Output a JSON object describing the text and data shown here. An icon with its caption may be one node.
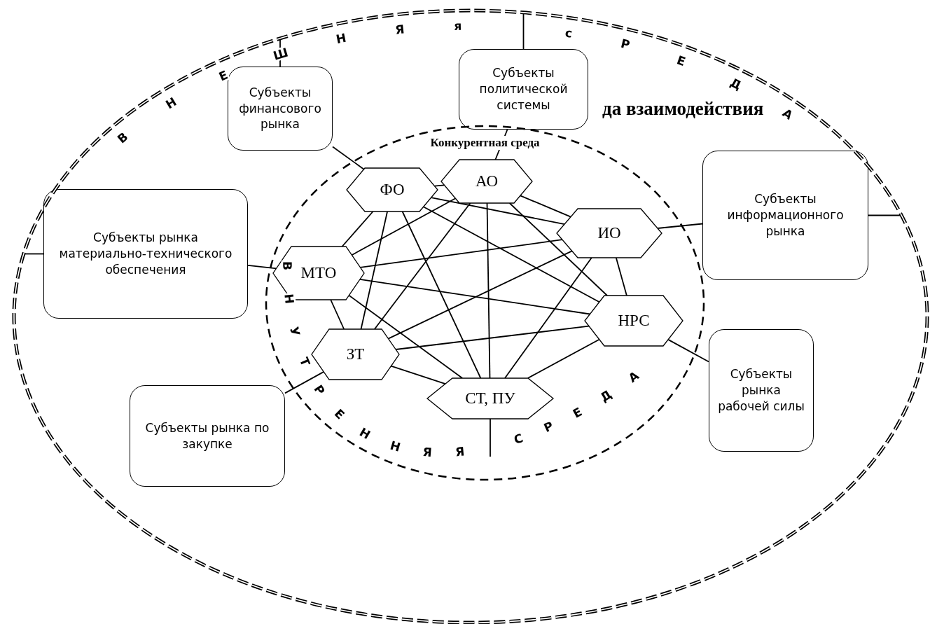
{
  "diagram": {
    "nodes": [
      {
        "text": [
          "ВНЕШНЯя сРЕДА"
        ]
      },
      {
        "text": [
          "Субъекты финансового рынка"
        ],
        "in": 0
      },
      {
        "text": [
          "Субъекты политической системы"
        ],
        "in": 0
      },
      {
        "text": [
          "Конкурентная среда",
          "ВНУТРЕННЯЯ СРЕДА"
        ],
        "in": 0
      },
      {
        "text": [
          "АО"
        ],
        "in": 3
      },
      {
        "text": [
          "ФО"
        ],
        "in": 3
      },
      {
        "text": [
          "Субъекты информационного рынка"
        ],
        "in": 0
      },
      {
        "text": [
          "ИО"
        ],
        "in": 3
      },
      {
        "text": [
          "Субъекты рынка материально-технического обеспечения"
        ],
        "in": 0
      },
      {
        "text": [
          "МТО"
        ],
        "in": 3
      },
      {
        "text": [
          "НРС"
        ],
        "in": 3
      },
      {
        "text": [
          "ЗТ"
        ],
        "in": 3
      },
      {
        "text": [
          "Субъекты рынка по закупке"
        ],
        "in": 0
      },
      {
        "text": [
          "Субъекты рынка рабочей силы"
        ],
        "in": 0
      },
      {
        "text": [
          "СТ, ПУ"
        ],
        "in": 3
      }
    ],
    "edges": [
      {
        "from": 1,
        "to": 0,
        "arrow": "none"
      },
      {
        "from": 2,
        "to": 0,
        "arrow": "none"
      },
      {
        "from": 6,
        "to": 0,
        "arrow": "none"
      },
      {
        "from": 8,
        "to": 0,
        "arrow": "none"
      },
      {
        "from": 1,
        "to": 5,
        "arrow": "none"
      },
      {
        "from": 2,
        "to": 4,
        "arrow": "none"
      },
      {
        "from": 6,
        "to": 7,
        "arrow": "none"
      },
      {
        "from": 8,
        "to": 9,
        "arrow": "none"
      },
      {
        "from": 13,
        "to": 10,
        "arrow": "none"
      },
      {
        "from": 12,
        "to": 11,
        "arrow": "none"
      },
      {
        "from": 14,
        "to": null,
        "arrow": "none"
      },
      {
        "from": 4,
        "to": 5,
        "arrow": "none"
      },
      {
        "from": 4,
        "to": 7,
        "arrow": "none"
      },
      {
        "from": 4,
        "to": 9,
        "arrow": "none"
      },
      {
        "from": 4,
        "to": 10,
        "arrow": "none"
      },
      {
        "from": 4,
        "to": 11,
        "arrow": "none"
      },
      {
        "from": 4,
        "to": 14,
        "arrow": "none"
      },
      {
        "from": 5,
        "to": 7,
        "arrow": "none"
      },
      {
        "from": 5,
        "to": 9,
        "arrow": "none"
      },
      {
        "from": 5,
        "to": 10,
        "arrow": "none"
      },
      {
        "from": 5,
        "to": 11,
        "arrow": "none"
      },
      {
        "from": 5,
        "to": 14,
        "arrow": "none"
      },
      {
        "from": 7,
        "to": 9,
        "arrow": "none"
      },
      {
        "from": 7,
        "to": 10,
        "arrow": "none"
      },
      {
        "from": 7,
        "to": 11,
        "arrow": "none"
      },
      {
        "from": 7,
        "to": 14,
        "arrow": "none"
      },
      {
        "from": 9,
        "to": 10,
        "arrow": "none"
      },
      {
        "from": 9,
        "to": 11,
        "arrow": "none"
      },
      {
        "from": 9,
        "to": 14,
        "arrow": "none"
      },
      {
        "from": 10,
        "to": 11,
        "arrow": "none"
      },
      {
        "from": 10,
        "to": 14,
        "arrow": "none"
      },
      {
        "from": 11,
        "to": 14,
        "arrow": "none"
      }
    ],
    "labels": [
      "да взаимодействия"
    ]
  }
}
